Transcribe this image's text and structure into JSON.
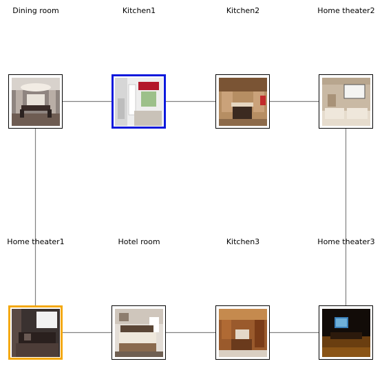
{
  "rooms": [
    {
      "id": "dining-room",
      "label": "Dining room",
      "state": "normal",
      "thumb": "dining"
    },
    {
      "id": "kitchen1",
      "label": "Kitchen1",
      "state": "selected-blue",
      "thumb": "kitchen-light"
    },
    {
      "id": "kitchen2",
      "label": "Kitchen2",
      "state": "normal",
      "thumb": "kitchen-wood"
    },
    {
      "id": "home-theater2",
      "label": "Home theater2",
      "state": "normal",
      "thumb": "theater-beige"
    },
    {
      "id": "home-theater1",
      "label": "Home theater1",
      "state": "selected-orange",
      "thumb": "theater-dark"
    },
    {
      "id": "hotel-room",
      "label": "Hotel room",
      "state": "normal",
      "thumb": "bedroom"
    },
    {
      "id": "kitchen3",
      "label": "Kitchen3",
      "state": "normal",
      "thumb": "kitchen-warm"
    },
    {
      "id": "home-theater3",
      "label": "Home theater3",
      "state": "normal",
      "thumb": "theater-night"
    }
  ],
  "edges": [
    [
      "dining-room",
      "kitchen1"
    ],
    [
      "kitchen1",
      "kitchen2"
    ],
    [
      "kitchen2",
      "home-theater2"
    ],
    [
      "dining-room",
      "home-theater1"
    ],
    [
      "home-theater2",
      "home-theater3"
    ],
    [
      "home-theater1",
      "hotel-room"
    ],
    [
      "hotel-room",
      "kitchen3"
    ],
    [
      "kitchen3",
      "home-theater3"
    ]
  ],
  "colors": {
    "edge": "#808080",
    "selected_blue": "#0a18dc",
    "selected_orange": "#f4a80c"
  }
}
